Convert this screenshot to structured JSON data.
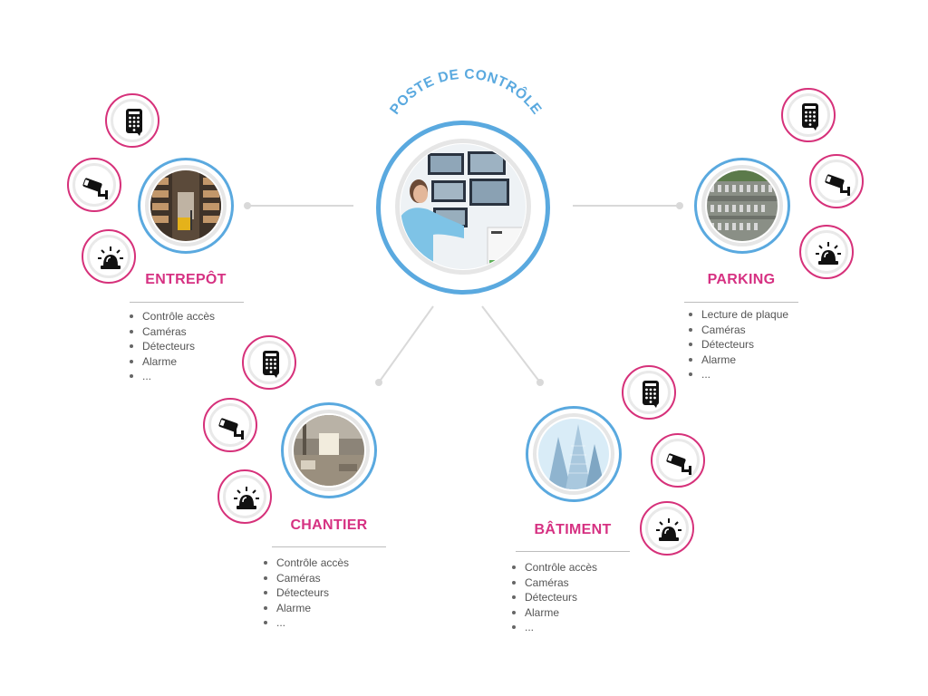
{
  "hub": {
    "title": "POSTE DE CONTRÔLE",
    "ring_color": "#5aa9df"
  },
  "colors": {
    "accent": "#d63182",
    "node_ring": "#5aa9df",
    "icon_ring": "#d6317a",
    "connector": "#d9d9d9"
  },
  "sites": [
    {
      "id": "entrepot",
      "title": "ENTREPÔT",
      "features": [
        "Contrôle accès",
        "Caméras",
        "Détecteurs",
        "Alarme",
        "..."
      ],
      "devices": [
        "keypad-icon",
        "camera-icon",
        "alarm-light-icon"
      ]
    },
    {
      "id": "parking",
      "title": "PARKING",
      "features": [
        "Lecture de plaque",
        "Caméras",
        "Détecteurs",
        "Alarme",
        "..."
      ],
      "devices": [
        "keypad-icon",
        "camera-icon",
        "alarm-light-icon"
      ]
    },
    {
      "id": "chantier",
      "title": "CHANTIER",
      "features": [
        "Contrôle accès",
        "Caméras",
        "Détecteurs",
        "Alarme",
        "..."
      ],
      "devices": [
        "keypad-icon",
        "camera-icon",
        "alarm-light-icon"
      ]
    },
    {
      "id": "batiment",
      "title": "BÂTIMENT",
      "features": [
        "Contrôle accès",
        "Caméras",
        "Détecteurs",
        "Alarme",
        "..."
      ],
      "devices": [
        "keypad-icon",
        "camera-icon",
        "alarm-light-icon"
      ]
    }
  ]
}
